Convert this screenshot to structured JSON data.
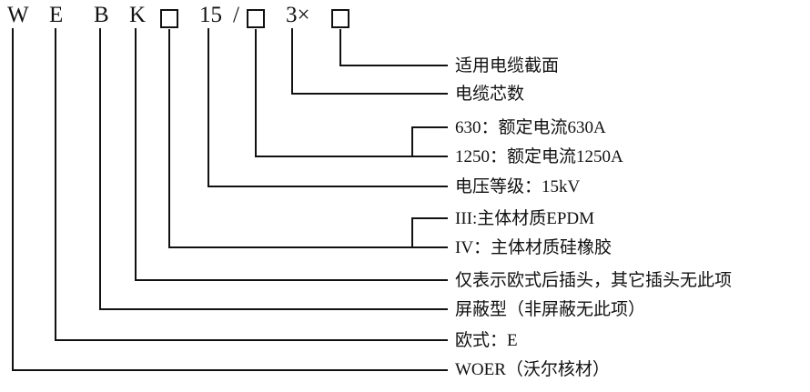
{
  "code": {
    "w": "W",
    "e": "E",
    "b": "B",
    "k": "K",
    "voltage": "15",
    "slash": "/",
    "cores": "3×"
  },
  "labels": {
    "cable_section": "适用电缆截面",
    "core_count": "电缆芯数",
    "current_630": "630：额定电流630A",
    "current_1250": "1250：额定电流1250A",
    "voltage_level": "电压等级：15kV",
    "material_epdm": "III:主体材质EPDM",
    "material_silicone": "IV：主体材质硅橡胶",
    "plug_note": "仅表示欧式后插头，其它插头无此项",
    "shield_type": "屏蔽型（非屏蔽无此项）",
    "european_style": "欧式：E",
    "brand": "WOER（沃尔核材）"
  },
  "colors": {
    "background": "#ffffff",
    "ink": "#111111"
  }
}
